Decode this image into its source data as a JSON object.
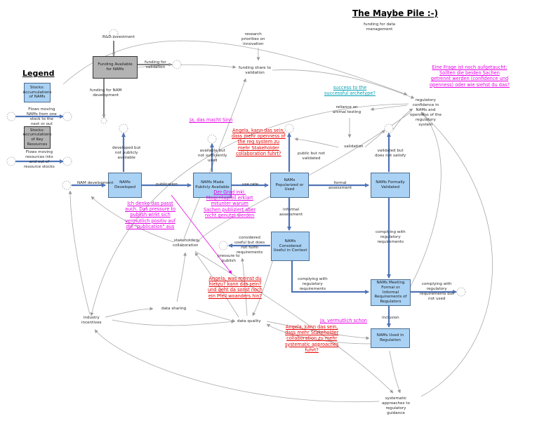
{
  "title": "The Maybe Pile :-)",
  "legend": {
    "title": "Legend",
    "stock_nams": "Stocks: Accumulations of NAMs",
    "stock_key": "Stocks: Accumulations of Key Resources",
    "flow_nams": "Flows moving NAMs from one stock to the next or out",
    "flow_resources": "Flows moving resources into and out of resource stocks"
  },
  "stocks": {
    "developed": "NAMs Developed",
    "publicly_available": "NAMs Made Publicly Available",
    "popularized": "NAMs Popularized or Used",
    "validated": "NAMs Formally Validated",
    "useful": "NAMs Considered Useful in Context",
    "meeting": "NAMs Meeting Formal or Informal Requirements of Regulators",
    "regulation": "NAMs Used in Regulation",
    "funding": "Funding Available for NAMs"
  },
  "flows": {
    "rnd": "R&D investment",
    "funding_validation": "funding for validation",
    "funding_dev": "funding for NAM development",
    "nam_dev": "NAM development",
    "publication": "publication",
    "use_rate": "use rate",
    "formal": "formal assessment",
    "informal": "informal assessment",
    "complying1": "complying with regulatory requirements",
    "complying2": "complying with regulatory requirements",
    "inclusion": "inclusion",
    "not_used": "complying with regulatory requirements but not used",
    "dev_not_public": "developed but not publicly available",
    "avail_not_used": "available but not sufficiently used",
    "public_not_validated": "public but not validated",
    "validated_not_satisfy": "validated but does not satisfy",
    "considered_useful": "considered useful but does not fulfill requirements"
  },
  "variables": {
    "research": "research priorities on innovation",
    "funding_share": "funding share to validation",
    "funding_data": "funding for data management",
    "reg_confidence": "regulatory confidence in NAMs and openness of the regulatory system",
    "reliance": "reliance on animal testing",
    "validation": "validation",
    "stakeholder": "stakeholder collaboration",
    "pressure": "pressure to publish",
    "data_sharing": "data sharing",
    "data_quality": "data quality",
    "industry": "industry incentives",
    "systematic": "systematic approaches to regulatory guidance"
  },
  "comments": {
    "c1": "Eine Frage ist noch aufgetaucht:\nSollten die beiden Sachen\ngetrennt werden (confidence und\nopenness) oder wie siehst du das?",
    "c2": "success to the\nsuccessful archetype?",
    "c3": "Ja, das macht Sinn",
    "c4": "Angela, kann das sein,\ndass mehr openness of\nthe reg system zu\nmehr Stakeholder\ncollaboration fuhrt?",
    "c5": "Der Grad inkl.\nMogentapfeil erklart\nmitunter warum\nSachen publiziert aber\nnicht genutzt werden",
    "c6": "Ich denke das passt\nauch. Das pressure to\npublish wirkt sich\nvermutlich positiv auf\ndie \"publication\" aus",
    "c7": "Angela, was meinst du\nhierzu? kann das sein?\nund geht da sonst noch\nein Pfeil woanders hin?",
    "c8": "Ja, vermutlich schon",
    "c9": "Angela, kann das sein,\ndass mehr Stakeholder\ncollaboration zu mehr\nsystematic approaches\nfuhrt?"
  },
  "colors": {
    "stock": "#a9d2f5",
    "flow": "#4f73b8",
    "link": "#a0a0a0",
    "red": "#e60000",
    "magenta": "#e600e6",
    "cyan": "#00a0b4"
  }
}
